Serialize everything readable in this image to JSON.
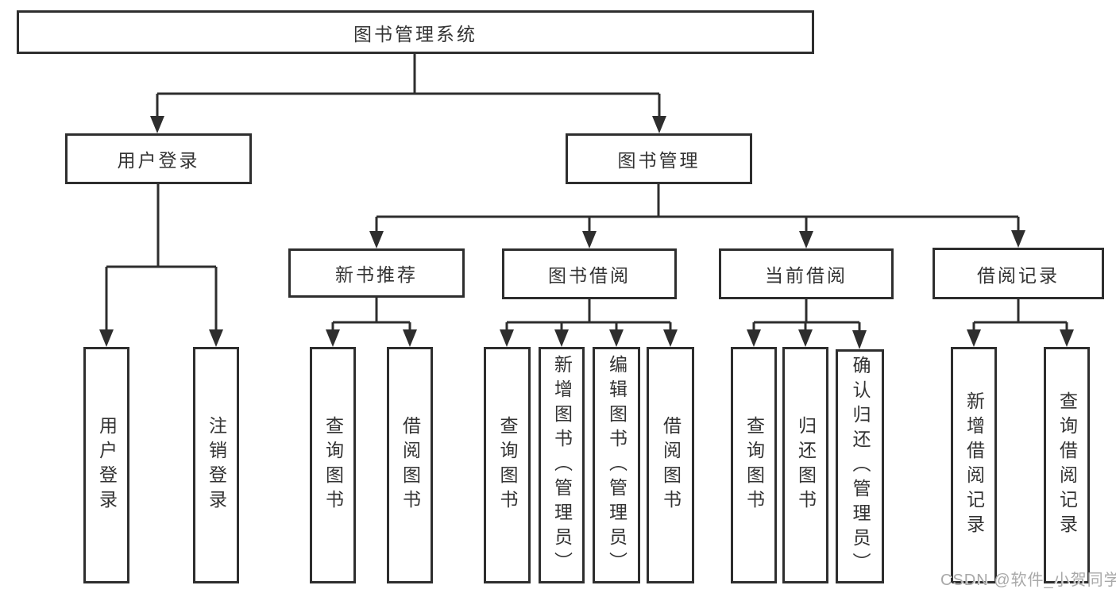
{
  "diagram": {
    "title": "图书管理系统",
    "root": {
      "label": "图书管理系统"
    },
    "branches": [
      {
        "label": "用户登录",
        "children": [
          "用户登录",
          "注销登录"
        ]
      },
      {
        "label": "图书管理",
        "sections": [
          {
            "label": "新书推荐",
            "children": [
              "查询图书",
              "借阅图书"
            ]
          },
          {
            "label": "图书借阅",
            "children": [
              "查询图书",
              "新增图书（管理员）",
              "编辑图书（管理员）",
              "借阅图书"
            ]
          },
          {
            "label": "当前借阅",
            "children": [
              "查询图书",
              "归还图书",
              "确认归还（管理员）"
            ]
          },
          {
            "label": "借阅记录",
            "children": [
              "新增借阅记录",
              "查询借阅记录"
            ]
          }
        ]
      }
    ],
    "colors": {
      "line": "#2e2e2e",
      "text": "#333333",
      "box_background": "#ffffff",
      "watermark": "#a9a9a9"
    },
    "watermark": {
      "text": "CSDN @软件_小贺同学"
    }
  }
}
